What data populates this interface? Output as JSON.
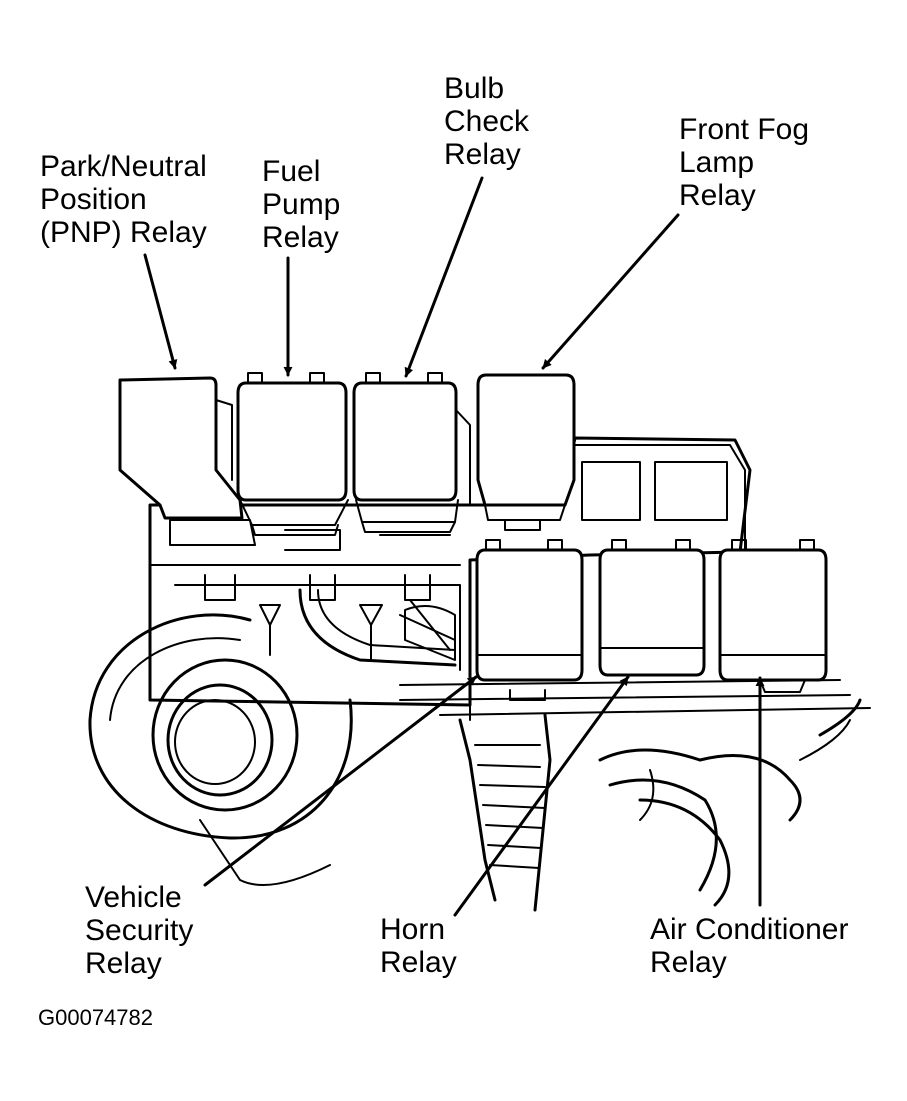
{
  "labels": {
    "pnp": [
      "Park/Neutral",
      "Position",
      "(PNP) Relay"
    ],
    "fuel_pump": [
      "Fuel",
      "Pump",
      "Relay"
    ],
    "bulb_check": [
      "Bulb",
      "Check",
      "Relay"
    ],
    "front_fog": [
      "Front Fog",
      "Lamp",
      "Relay"
    ],
    "vehicle_security": [
      "Vehicle",
      "Security",
      "Relay"
    ],
    "horn": [
      "Horn",
      "Relay"
    ],
    "air_conditioner": [
      "Air Conditioner",
      "Relay"
    ]
  },
  "figure_id": "G00074782",
  "colors": {
    "ink": "#000000",
    "paper": "#ffffff"
  }
}
